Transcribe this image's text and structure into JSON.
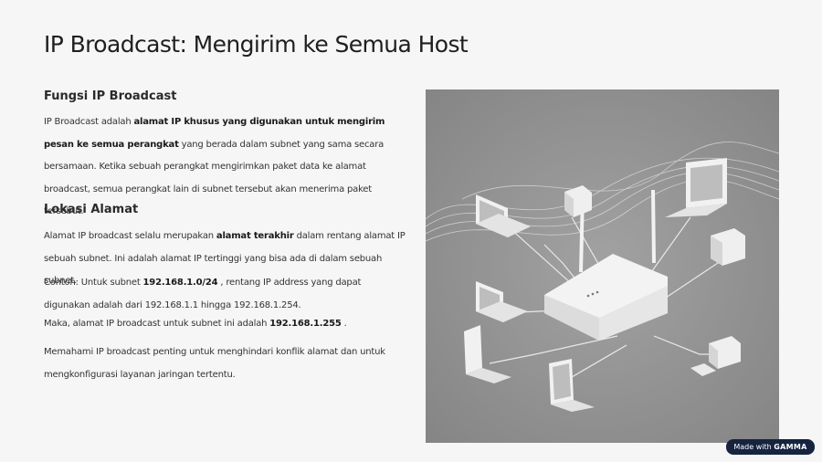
{
  "title": "IP Broadcast: Mengirim ke Semua Host",
  "section1": {
    "heading": "Fungsi IP Broadcast",
    "p1_a": "IP Broadcast adalah ",
    "p1_b": "alamat IP khusus yang digunakan untuk mengirim pesan ke semua perangkat",
    "p1_c": "  yang berada dalam subnet yang sama secara bersamaan. Ketika sebuah perangkat mengirimkan paket data ke alamat broadcast, semua perangkat lain di subnet tersebut akan menerima paket tersebut."
  },
  "section2": {
    "heading": "Lokasi Alamat",
    "p1_a": "Alamat IP broadcast selalu merupakan ",
    "p1_b": "alamat terakhir",
    "p1_c": "  dalam rentang alamat IP sebuah subnet. Ini adalah alamat IP tertinggi yang bisa ada di dalam sebuah subnet.",
    "p2_a": "Contoh: Untuk subnet ",
    "p2_b": "192.168.1.0/24",
    "p2_c": " , rentang IP address yang dapat digunakan adalah dari 192.168.1.1 hingga 192.168.1.254.",
    "p3_a": "Maka, alamat IP broadcast untuk subnet ini adalah ",
    "p3_b": "192.168.1.255",
    "p3_c": " .",
    "p4": "Memahami IP broadcast penting untuk menghindari konflik alamat dan untuk mengkonfigurasi layanan jaringan tertentu."
  },
  "badge": {
    "prefix": "Made with ",
    "brand": "GAMMA"
  },
  "colors": {
    "background": "#f6f6f6",
    "illustration_bg": "#8f8f8f",
    "badge_bg": "#16243f"
  }
}
